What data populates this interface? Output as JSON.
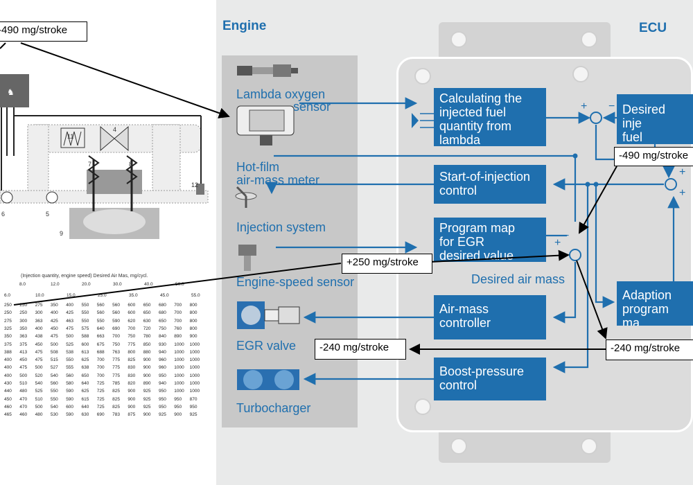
{
  "headings": {
    "engine": "Engine",
    "ecu": "ECU"
  },
  "callouts": {
    "top_left": "-490 mg/stroke",
    "right_top": "-490 mg/stroke",
    "mid": "+250 mg/stroke",
    "bottom_mid": "-240 mg/stroke",
    "bottom_right": "-240 mg/stroke"
  },
  "engine_labels": {
    "lambda_line1": "Lambda oxygen",
    "lambda_line2": "sensor",
    "hotfilm_line1": "Hot-film",
    "hotfilm_line2": "air-mass meter",
    "injection": "Injection system",
    "speed": "Engine-speed sensor",
    "egr": "EGR valve",
    "turbo": "Turbocharger"
  },
  "ecu_boxes": {
    "calc_line1": "Calculating the",
    "calc_line2": "injected fuel",
    "calc_line3": "quantity from",
    "calc_line4": "lambda",
    "soi_line1": "Start-of-injection",
    "soi_line2": "control",
    "egr_line1": "Program map",
    "egr_line2": "for EGR",
    "egr_line3": "desired value",
    "amc_line1": "Air-mass",
    "amc_line2": "controller",
    "bpc_line1": "Boost-pressure",
    "bpc_line2": "control",
    "desired_line1": "Desired inje",
    "desired_line2": "fuel quantity",
    "adapt_line1": "Adaption",
    "adapt_line2": "program ma"
  },
  "desired_air_mass": "Desired air mass",
  "sign_plus": "+",
  "sign_minus": "−",
  "engine_diagram_numbers": [
    "11",
    "4",
    "7",
    "8",
    "12",
    "5",
    "9",
    "6"
  ],
  "map_table": {
    "title": "(Injection quantity, engine speed) Desired Air Mas, mg/cycl.",
    "header_row1": [
      "8.0",
      "12.0",
      "20.0",
      "30.0",
      "40.0",
      "50.0"
    ],
    "header_row2": [
      "6.0",
      "10.0",
      "15.0",
      "25.0",
      "35.0",
      "45.0",
      "55.0"
    ],
    "rows": [
      [
        "250",
        "250",
        "275",
        "350",
        "400",
        "550",
        "560",
        "560",
        "600",
        "650",
        "680",
        "700",
        "800"
      ],
      [
        "250",
        "250",
        "300",
        "400",
        "425",
        "550",
        "560",
        "560",
        "600",
        "650",
        "680",
        "700",
        "800"
      ],
      [
        "275",
        "300",
        "363",
        "425",
        "463",
        "550",
        "550",
        "590",
        "620",
        "630",
        "650",
        "700",
        "800"
      ],
      [
        "325",
        "350",
        "400",
        "450",
        "475",
        "575",
        "640",
        "690",
        "700",
        "720",
        "750",
        "760",
        "800"
      ],
      [
        "350",
        "363",
        "438",
        "475",
        "500",
        "588",
        "663",
        "700",
        "750",
        "780",
        "840",
        "890",
        "900"
      ],
      [
        "375",
        "375",
        "450",
        "500",
        "525",
        "600",
        "675",
        "750",
        "775",
        "850",
        "930",
        "1000",
        "1000"
      ],
      [
        "388",
        "413",
        "475",
        "508",
        "538",
        "613",
        "688",
        "763",
        "800",
        "880",
        "940",
        "1000",
        "1000"
      ],
      [
        "400",
        "450",
        "475",
        "515",
        "550",
        "625",
        "700",
        "775",
        "825",
        "900",
        "960",
        "1000",
        "1000"
      ],
      [
        "400",
        "475",
        "500",
        "527",
        "555",
        "638",
        "700",
        "775",
        "830",
        "900",
        "960",
        "1000",
        "1000"
      ],
      [
        "400",
        "500",
        "520",
        "540",
        "560",
        "650",
        "700",
        "775",
        "830",
        "900",
        "950",
        "1000",
        "1000"
      ],
      [
        "430",
        "510",
        "540",
        "560",
        "580",
        "640",
        "725",
        "785",
        "820",
        "890",
        "940",
        "1000",
        "1000"
      ],
      [
        "440",
        "480",
        "525",
        "550",
        "590",
        "625",
        "725",
        "825",
        "900",
        "925",
        "950",
        "1000",
        "1000"
      ],
      [
        "450",
        "470",
        "510",
        "550",
        "590",
        "615",
        "725",
        "825",
        "900",
        "925",
        "950",
        "950",
        "870"
      ],
      [
        "460",
        "470",
        "500",
        "540",
        "600",
        "640",
        "725",
        "825",
        "900",
        "925",
        "950",
        "950",
        "950"
      ],
      [
        "465",
        "460",
        "480",
        "530",
        "590",
        "630",
        "690",
        "783",
        "875",
        "900",
        "925",
        "900",
        "925"
      ]
    ]
  },
  "colors": {
    "accent": "#1f6fae",
    "engine_panel": "#c8c8c8",
    "ecu_panel": "#dcdcdc"
  }
}
